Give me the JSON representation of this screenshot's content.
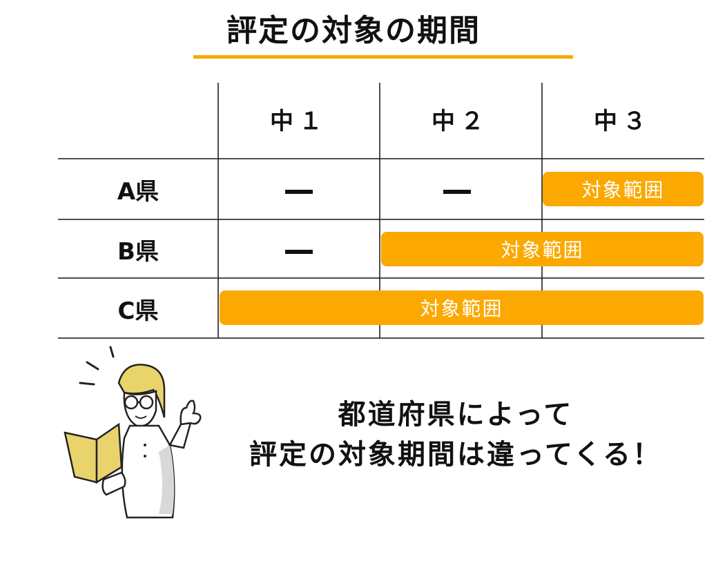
{
  "title": "評定の対象の期間",
  "colors": {
    "accent": "#FBA800",
    "line": "#111111"
  },
  "table": {
    "columns": [
      "中１",
      "中２",
      "中３"
    ],
    "rows": [
      {
        "label": "A県",
        "cells": [
          "ー",
          "ー"
        ],
        "range_label": "対象範囲"
      },
      {
        "label": "B県",
        "cells": [
          "ー"
        ],
        "range_label": "対象範囲"
      },
      {
        "label": "C県",
        "cells": [],
        "range_label": "対象範囲"
      }
    ]
  },
  "message": {
    "line1": "都道府県によって",
    "line2": "評定の対象期間は違ってくる！"
  },
  "illustration": {
    "icon": "person-reading-book-thumbs-up-icon"
  }
}
